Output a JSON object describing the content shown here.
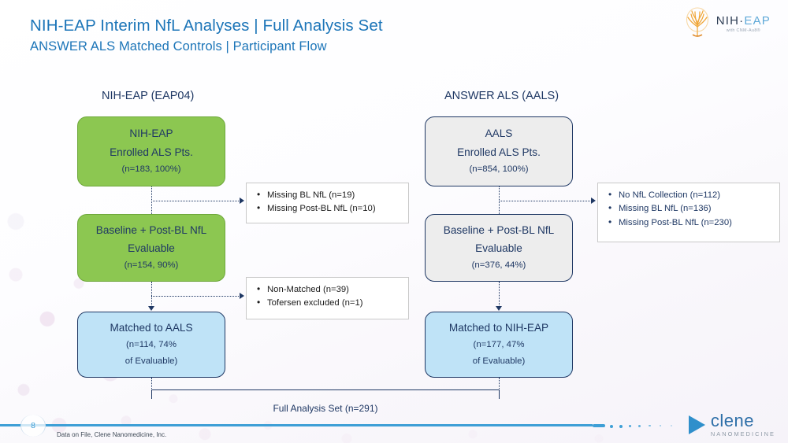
{
  "header": {
    "title_line1": "NIH-EAP Interim NfL Analyses | Full Analysis Set",
    "title_line2": "ANSWER ALS Matched Controls | Participant Flow",
    "logo_word_nih": "NIH·",
    "logo_word_eap": "EAP",
    "logo_sub": "with CNM-Au8®",
    "logo_icon": "brain-tree-icon",
    "accent_blue": "#1C75B8"
  },
  "columns": {
    "left_header": "NIH-EAP (EAP04)",
    "right_header": "ANSWER ALS (AALS)"
  },
  "flow": {
    "left": [
      {
        "line1": "NIH-EAP",
        "line2": "Enrolled ALS Pts.",
        "line3": "(n=183, 100%)",
        "color": "#8CC751"
      },
      {
        "line1": "Baseline + Post-BL NfL",
        "line2": "Evaluable",
        "line3": "(n=154, 90%)",
        "color": "#8CC751"
      },
      {
        "line1": "Matched to AALS",
        "line2": "(n=114, 74%",
        "line3": "of Evaluable)",
        "color": "#BFE3F7"
      }
    ],
    "right": [
      {
        "line1": "AALS",
        "line2": "Enrolled ALS Pts.",
        "line3": "(n=854, 100%)",
        "color": "#EDEDED"
      },
      {
        "line1": "Baseline + Post-BL NfL",
        "line2": "Evaluable",
        "line3": "(n=376, 44%)",
        "color": "#EDEDED"
      },
      {
        "line1": "Matched to NIH-EAP",
        "line2": "(n=177, 47%",
        "line3": "of Evaluable)",
        "color": "#BFE3F7"
      }
    ]
  },
  "exclusions": {
    "left_top": [
      "Missing BL NfL (n=19)",
      "Missing Post-BL NfL (n=10)"
    ],
    "left_bottom": [
      "Non-Matched (n=39)",
      "Tofersen excluded (n=1)"
    ],
    "right_top": [
      "No NfL Collection (n=112)",
      "Missing BL NfL (n=136)",
      "Missing Post-BL NfL (n=230)"
    ]
  },
  "summary": {
    "full_analysis_set": "Full Analysis Set (n=291)"
  },
  "footer": {
    "page_number": "8",
    "source": "Data on File, Clene Nanomedicine, Inc.",
    "brand_name": "clene",
    "brand_sub": "NANOMEDICINE",
    "brand_icon": "clene-triangle-icon",
    "rule_color": "#3E9FD6"
  }
}
